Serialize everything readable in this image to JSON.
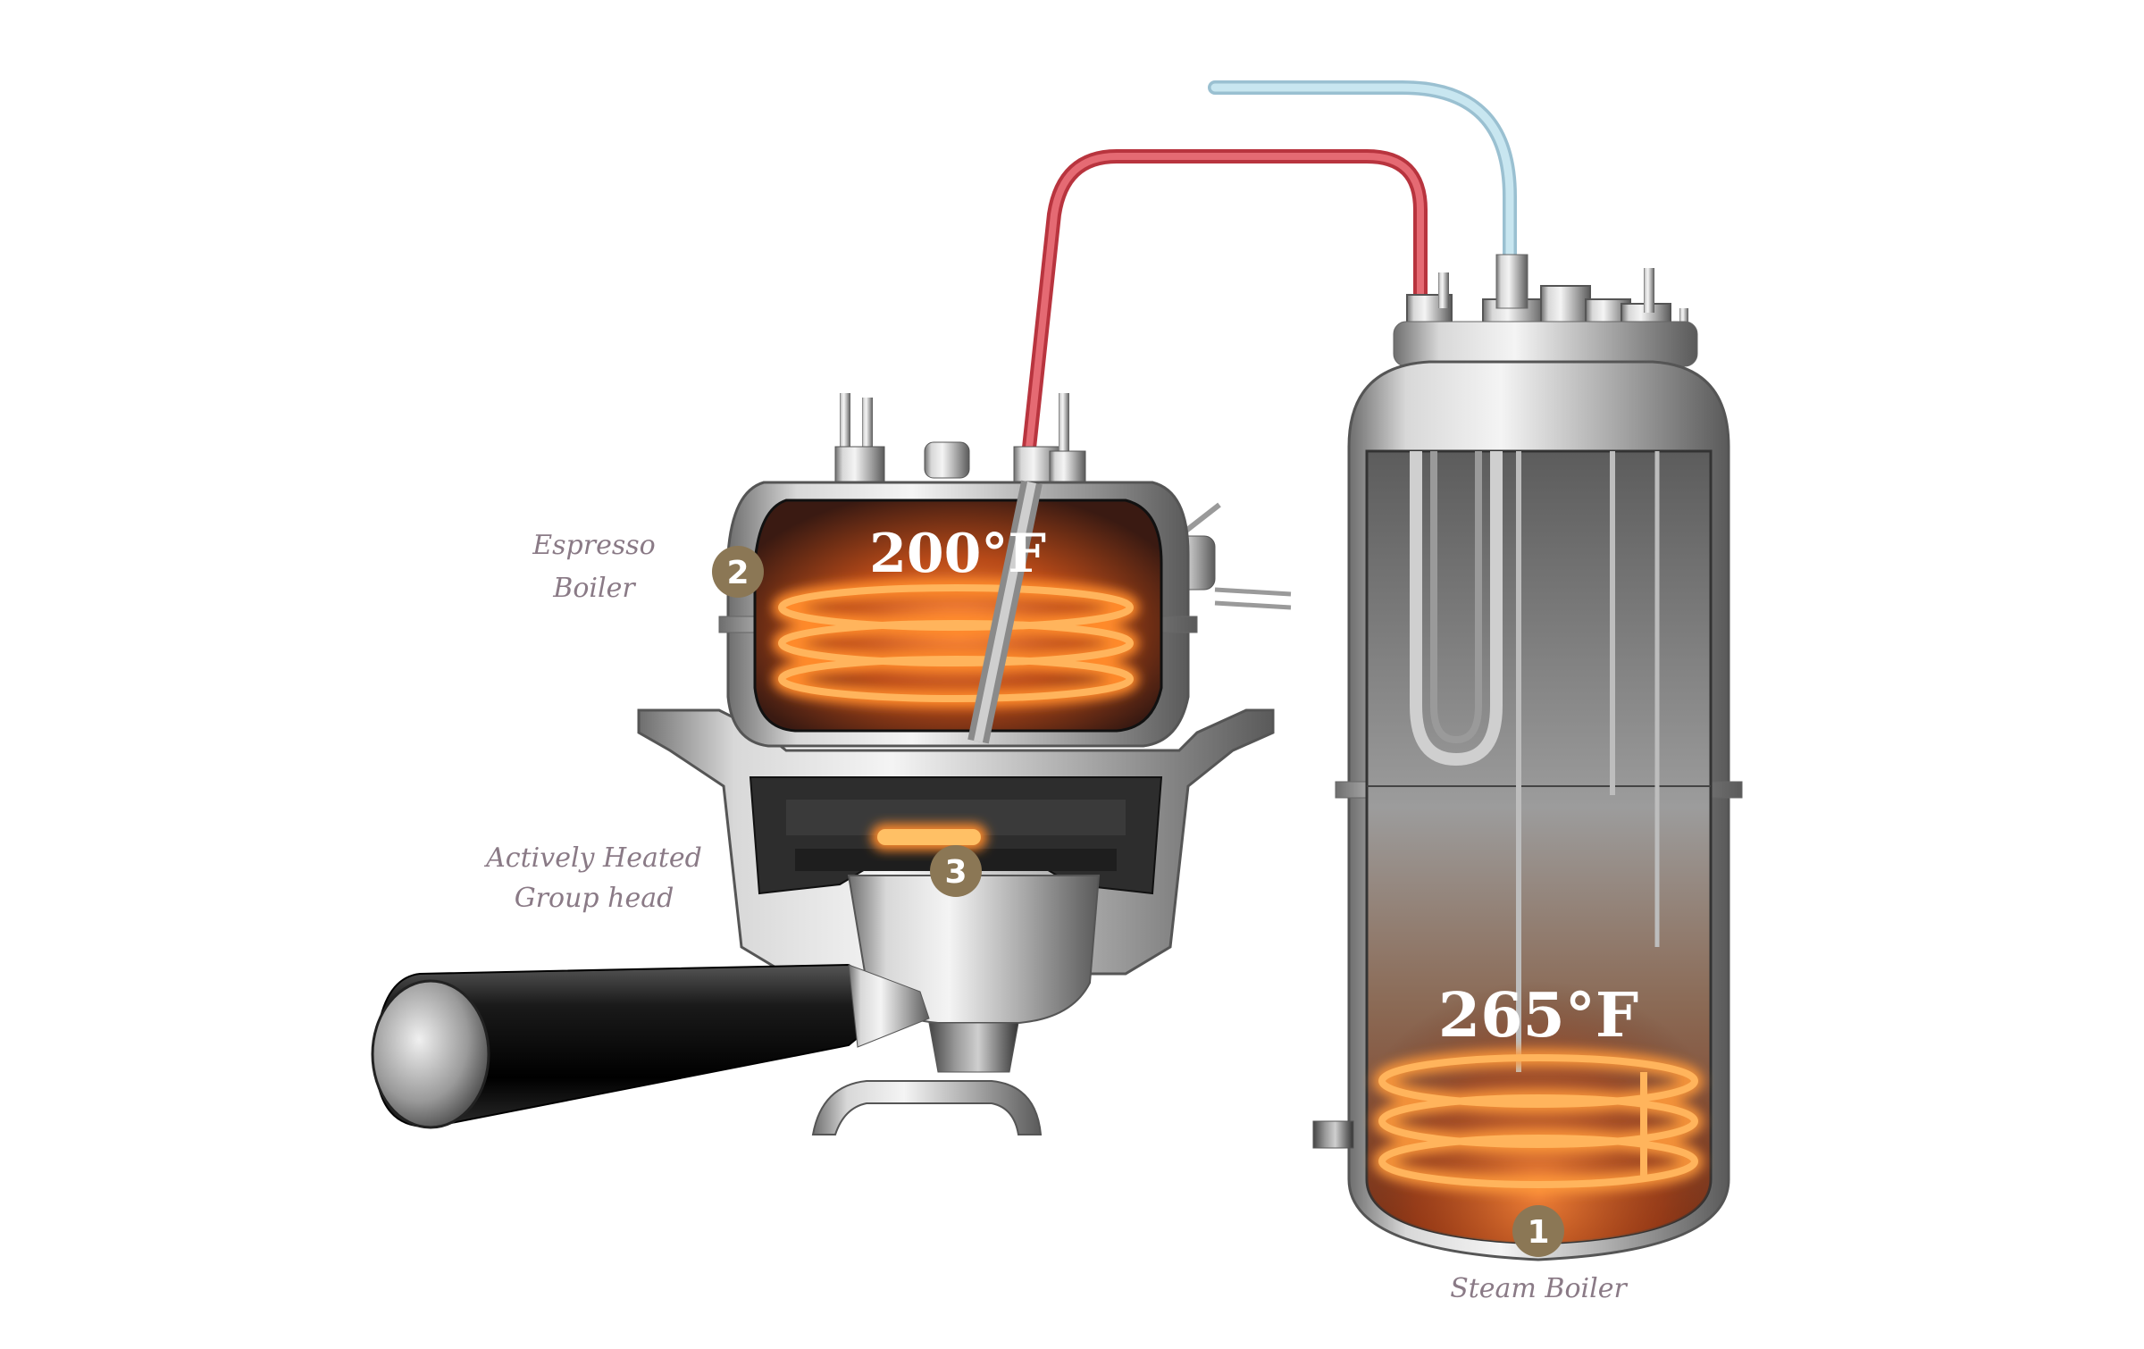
{
  "labels": {
    "espresso_boiler_line1": "Espresso",
    "espresso_boiler_line2": "Boiler",
    "group_head_line1": "Actively Heated",
    "group_head_line2": "Group head",
    "steam_boiler": "Steam Boiler"
  },
  "temperatures": {
    "espresso": "200°F",
    "steam": "265°F"
  },
  "badges": {
    "steam": "1",
    "espresso": "2",
    "group_head": "3"
  },
  "colors": {
    "badge": "#8b7755",
    "label": "#8a7a86",
    "hot_pipe": "#d9535d",
    "cold_pipe": "#a9d3e3",
    "coil": "#ff8a2a"
  }
}
